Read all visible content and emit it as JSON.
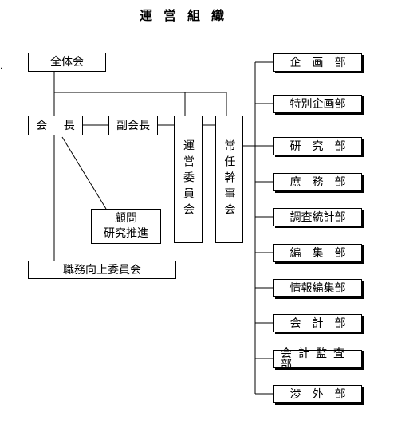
{
  "title": "運営組織",
  "nodes": {
    "zentai": "全体会",
    "kaicho": "会 長",
    "fukukaicho": "副会長",
    "unei": "運営委員会",
    "jonin": "常任幹事会",
    "komon_line1": "顧問",
    "komon_line2": "研究推進",
    "shokumu": "職務向上委員会"
  },
  "departments": [
    "企画部",
    "特別企画部",
    "研究部",
    "庶務部",
    "調査統計部",
    "編集部",
    "情報編集部",
    "会計部",
    "会計監査部",
    "渉外部"
  ],
  "stray_mark": "."
}
